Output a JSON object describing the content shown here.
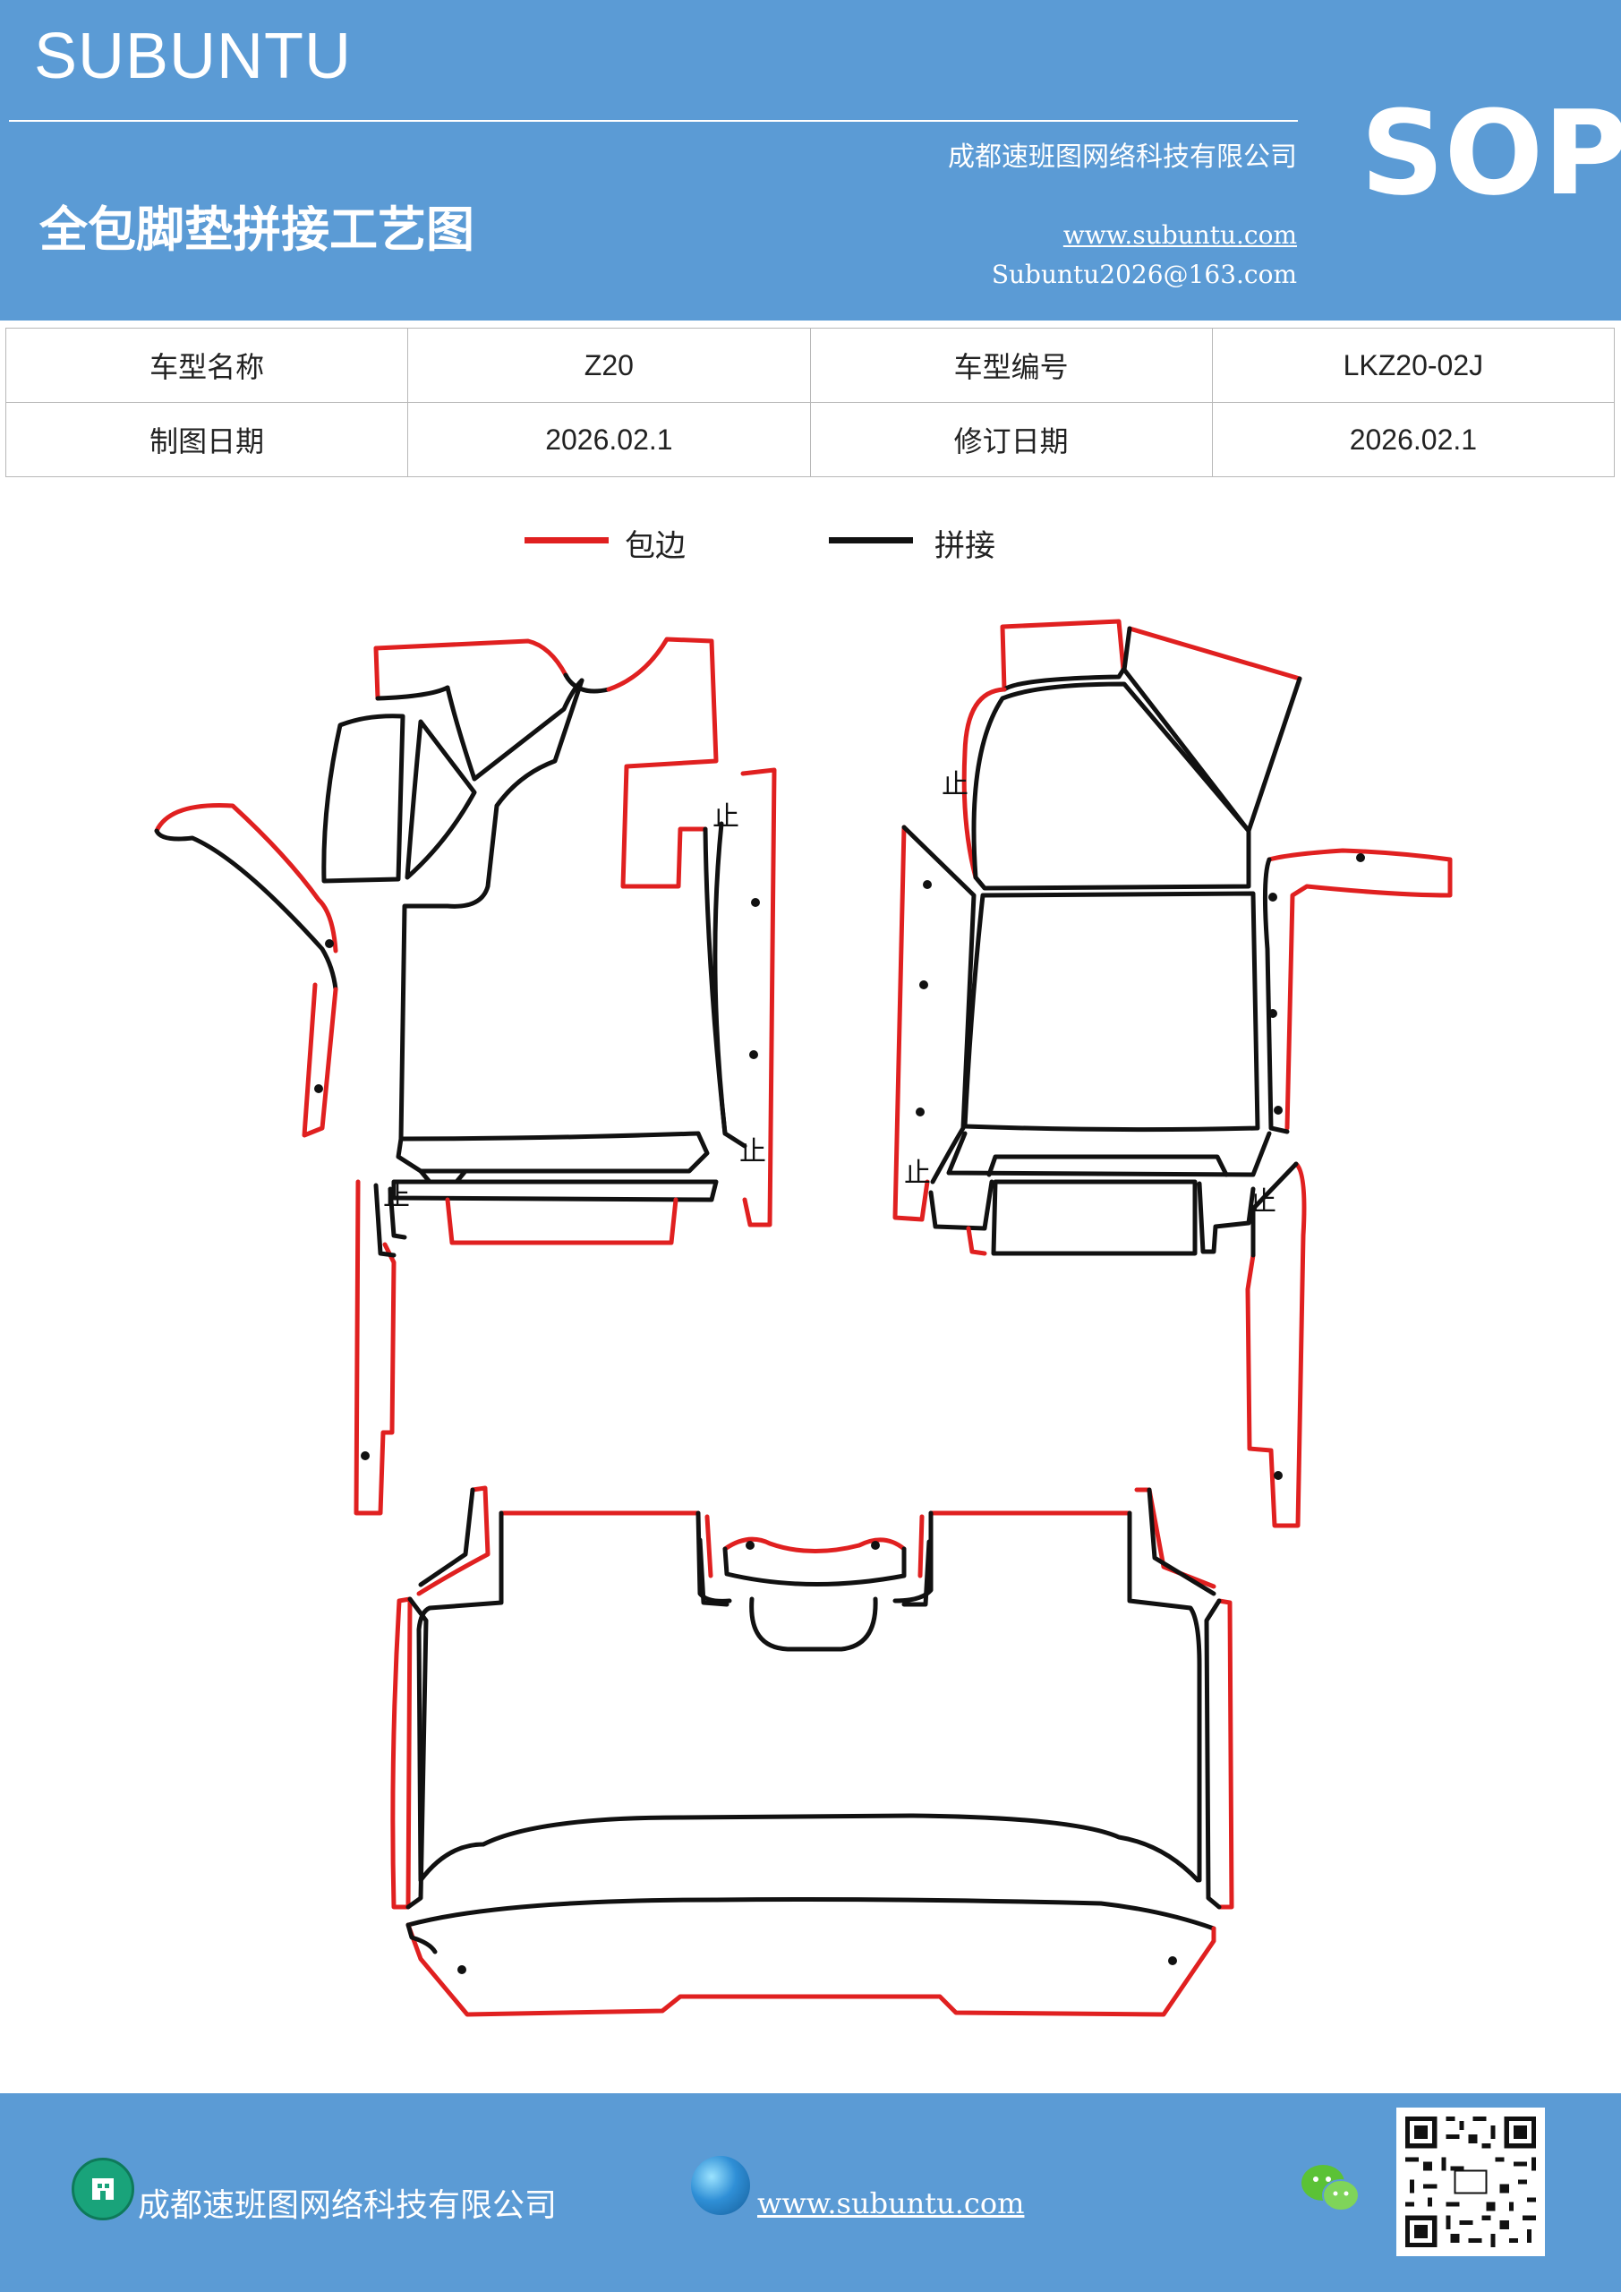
{
  "header": {
    "brand": "SUBUNTU",
    "company": "成都速班图网络科技有限公司",
    "title": "全包脚垫拼接工艺图",
    "website": "www.subuntu.com",
    "email": "Subuntu2026@163.com",
    "badge": "SOP"
  },
  "info_table": {
    "rows": [
      {
        "label1": "车型名称",
        "value1": "Z20",
        "label2": "车型编号",
        "value2": "LKZ20-02J"
      },
      {
        "label1": "制图日期",
        "value1": "2026.02.1",
        "label2": "修订日期",
        "value2": "2026.02.1"
      }
    ]
  },
  "legend": {
    "items": [
      {
        "label": "包边",
        "color": "#e02020"
      },
      {
        "label": "拼接",
        "color": "#111111"
      }
    ]
  },
  "diagram": {
    "mark_label": "止"
  },
  "footer": {
    "company": "成都速班图网络科技有限公司",
    "website": "www.subuntu.com"
  }
}
